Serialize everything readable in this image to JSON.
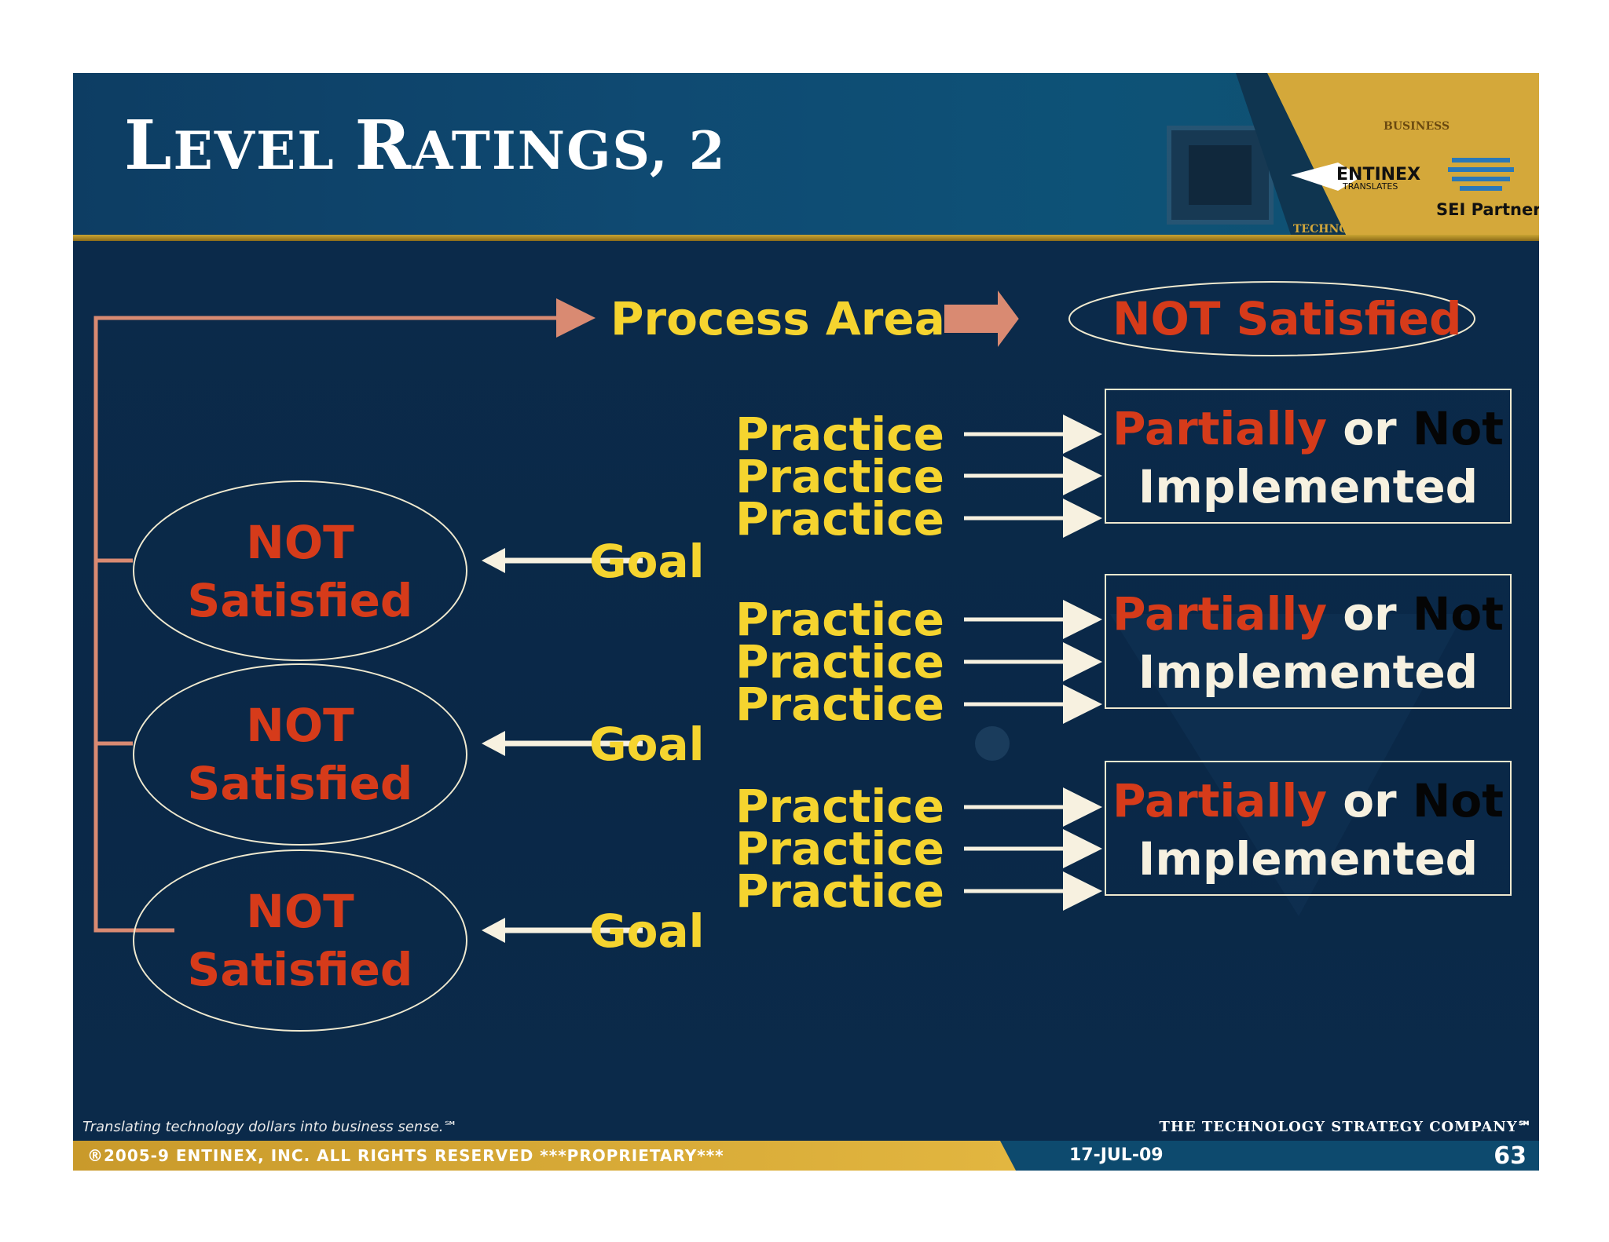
{
  "header": {
    "title_initial": "L",
    "title_rest": "EVEL ",
    "title_initial2": "R",
    "title_rest2": "ATINGS, 2",
    "logo": {
      "business": "BUSINESS",
      "technology": "TECHNOLOGY",
      "brand": "ENTINEX",
      "brand_sub": "TRANSLATES",
      "partner": "SEI Partner"
    }
  },
  "diagram": {
    "process_area": {
      "label": "Process Area",
      "result": "NOT Satisfied"
    },
    "goals": [
      {
        "label": "Goal",
        "status_line1": "NOT",
        "status_line2": "Satisfied",
        "practices": [
          "Practice",
          "Practice",
          "Practice"
        ],
        "result_part1": "Partially",
        "result_part2": " or ",
        "result_part3": "Not",
        "result_line2": "Implemented"
      },
      {
        "label": "Goal",
        "status_line1": "NOT",
        "status_line2": "Satisfied",
        "practices": [
          "Practice",
          "Practice",
          "Practice"
        ],
        "result_part1": "Partially",
        "result_part2": " or ",
        "result_part3": "Not",
        "result_line2": "Implemented"
      },
      {
        "label": "Goal",
        "status_line1": "NOT",
        "status_line2": "Satisfied",
        "practices": [
          "Practice",
          "Practice",
          "Practice"
        ],
        "result_part1": "Partially",
        "result_part2": " or ",
        "result_part3": "Not",
        "result_line2": "Implemented"
      }
    ],
    "colors": {
      "background": "#0b2a4a",
      "yellow": "#f5d42f",
      "red": "#d63b1a",
      "cream": "#f7f1e0",
      "salmon": "#d98a72"
    }
  },
  "footer": {
    "tagline": "Translating technology dollars into business sense.℠",
    "company": "THE TECHNOLOGY STRATEGY COMPANY℠",
    "copyright": "®2005-9 ENTINEX, INC. ALL RIGHTS RESERVED  ***PROPRIETARY***",
    "date": "17-JUL-09",
    "page": "63"
  }
}
